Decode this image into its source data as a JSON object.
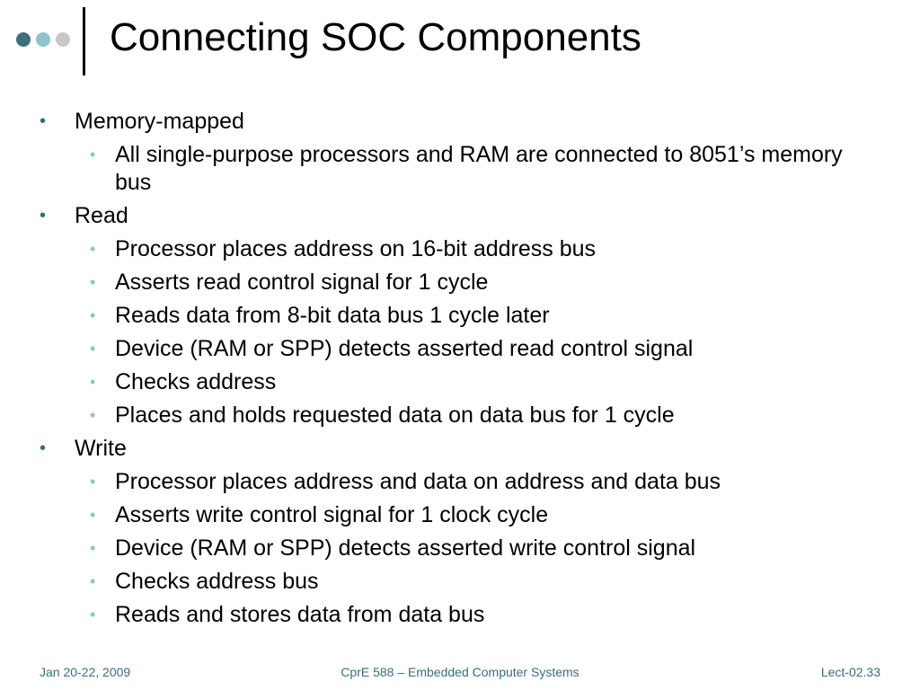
{
  "slide": {
    "title": "Connecting SOC Components",
    "bullets": [
      {
        "text": "Memory-mapped",
        "sub": [
          "All single-purpose processors and RAM are connected to 8051’s memory bus"
        ]
      },
      {
        "text": "Read",
        "sub": [
          "Processor places address on 16-bit address bus",
          "Asserts read control signal for 1 cycle",
          "Reads data from 8-bit data bus 1 cycle later",
          "Device (RAM or SPP) detects asserted read control signal",
          "Checks address",
          "Places and holds requested data on data bus for 1 cycle"
        ]
      },
      {
        "text": "Write",
        "sub": [
          "Processor places address and data on address and data bus",
          "Asserts write control signal for 1 clock cycle",
          "Device (RAM or SPP) detects asserted write control signal",
          "Checks address bus",
          "Reads and stores data from data bus"
        ]
      }
    ]
  },
  "footer": {
    "date": "Jan 20-22, 2009",
    "course": "CprE 588 – Embedded Computer Systems",
    "lecture": "Lect-02.33"
  },
  "theme": {
    "accent_dark": "#3f6f78",
    "accent_light": "#8fc4cc",
    "accent_gray": "#c8c8c8"
  }
}
